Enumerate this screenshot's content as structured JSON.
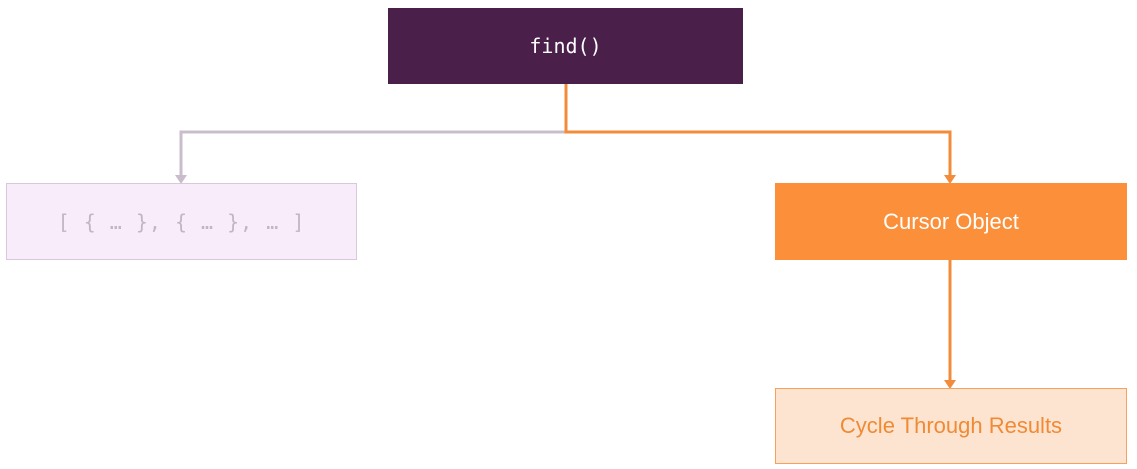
{
  "diagram": {
    "root": {
      "label": "find()"
    },
    "branch_left": {
      "label": "[ { … }, { … }, … ]"
    },
    "branch_right": {
      "label": "Cursor Object"
    },
    "leaf": {
      "label": "Cycle Through Results"
    }
  },
  "colors": {
    "root_bg": "#4a1f4a",
    "array_bg": "#f8ecfa",
    "array_border": "#d9c8dc",
    "array_text": "#c2b6c4",
    "muted_connector": "#c9bccb",
    "accent_orange": "#fb8f3a",
    "leaf_bg": "#fde4d1",
    "leaf_text": "#f08a34"
  }
}
